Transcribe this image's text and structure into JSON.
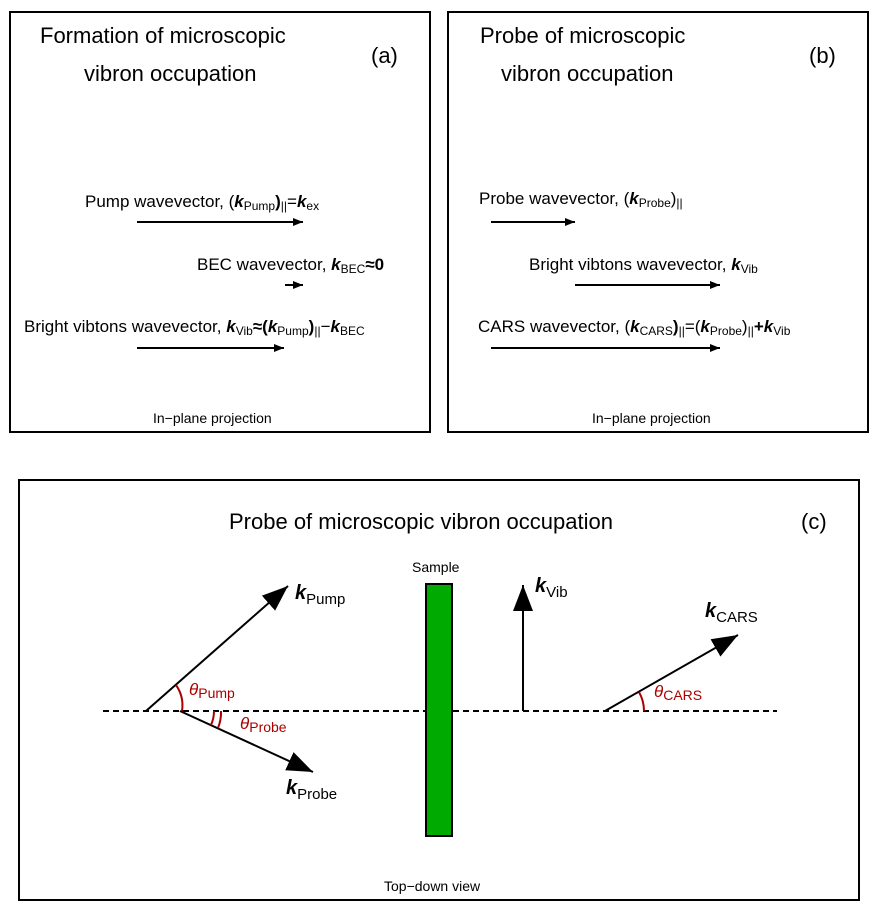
{
  "panel_a": {
    "title_line1": "Formation of microscopic",
    "title_line2": "vibron occupation",
    "letter": "(a)",
    "pump": {
      "text": "Pump wavevector, (",
      "k": "k",
      "sub": "Pump",
      "close": ")",
      "sub2": "||",
      "eq": "=",
      "k2": "k",
      "sub3": "ex"
    },
    "bec": {
      "text": "BEC wavevector, ",
      "k": "k",
      "sub": "BEC",
      "approx": "≈",
      "zero": "0"
    },
    "vib": {
      "text": "Bright vibtons wavevector, ",
      "k": "k",
      "sub": "Vib",
      "approx": "≈(",
      "k2": "k",
      "sub2": "Pump",
      "close": ")",
      "sub3": "||",
      "minus": "−",
      "k3": "k",
      "sub4": "BEC"
    },
    "footer": "In−plane projection"
  },
  "panel_b": {
    "title_line1": "Probe of microscopic",
    "title_line2": "vibron occupation",
    "letter": "(b)",
    "probe": {
      "text": "Probe wavevector, (",
      "k": "k",
      "sub": "Probe",
      "close": ")",
      "sub2": "||"
    },
    "vib": {
      "text": "Bright vibtons wavevector, ",
      "k": "k",
      "sub": "Vib"
    },
    "cars": {
      "text": "CARS wavevector, (",
      "k": "k",
      "sub": "CARS",
      "close": ")",
      "sub2": "||",
      "eq": "=(",
      "k2": "k",
      "sub3": "Probe",
      "close2": ")",
      "sub4": "||",
      "plus": "+",
      "k3": "k",
      "sub5": "Vib"
    },
    "footer": "In−plane projection"
  },
  "panel_c": {
    "title": "Probe of microscopic vibron occupation",
    "letter": "(c)",
    "sample_label": "Sample",
    "k_pump": {
      "k": "k",
      "sub": "Pump"
    },
    "k_probe": {
      "k": "k",
      "sub": "Probe"
    },
    "k_vib": {
      "k": "k",
      "sub": "Vib"
    },
    "k_cars": {
      "k": "k",
      "sub": "CARS"
    },
    "theta_pump": {
      "theta": "θ",
      "sub": "Pump"
    },
    "theta_probe": {
      "theta": "θ",
      "sub": "Probe"
    },
    "theta_cars": {
      "theta": "θ",
      "sub": "CARS"
    },
    "footer": "Top−down view"
  },
  "colors": {
    "sample": "#00aa00",
    "angle": "#aa0000",
    "line": "#000000"
  }
}
